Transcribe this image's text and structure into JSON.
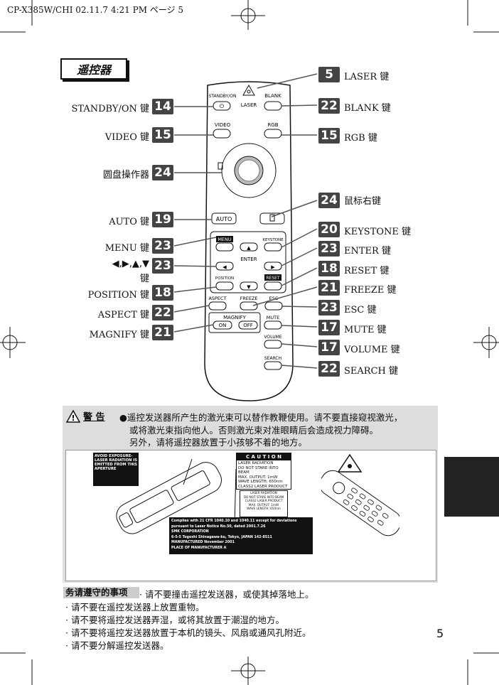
{
  "header": {
    "text": "CP-X385W/CHI  02.11.7 4:21 PM  ページ 5"
  },
  "section_title": "遥控器",
  "left_callouts": [
    {
      "label": "STANDBY/ON 键",
      "num": "14"
    },
    {
      "label": "VIDEO 键",
      "num": "15"
    },
    {
      "label": "圆盘操作器",
      "num": "24"
    },
    {
      "label": "AUTO 键",
      "num": "19"
    },
    {
      "label": "MENU 键",
      "num": "23"
    },
    {
      "label": "◀,▶,▲,▼",
      "num": "23"
    },
    {
      "label": "POSITION 键",
      "num": "18"
    },
    {
      "label": "ASPECT 键",
      "num": "22"
    },
    {
      "label": "MAGNIFY 键",
      "num": "21"
    }
  ],
  "arrow_key_suffix": "键",
  "right_callouts": [
    {
      "label": "LASER 键",
      "num": "5"
    },
    {
      "label": "BLANK 键",
      "num": "22"
    },
    {
      "label": "RGB 键",
      "num": "15"
    },
    {
      "label": "鼠标右键",
      "num": "24"
    },
    {
      "label": "KEYSTONE 键",
      "num": "20"
    },
    {
      "label": "ENTER 键",
      "num": "23"
    },
    {
      "label": "RESET 键",
      "num": "18"
    },
    {
      "label": "FREEZE 键",
      "num": "21"
    },
    {
      "label": "ESC 键",
      "num": "23"
    },
    {
      "label": "MUTE 键",
      "num": "17"
    },
    {
      "label": "VOLUME 键",
      "num": "17"
    },
    {
      "label": "SEARCH 键",
      "num": "22"
    }
  ],
  "remote_labels": {
    "standby": "STANDBY/ON",
    "laser": "LASER",
    "blank": "BLANK",
    "video": "VIDEO",
    "rgb": "RGB",
    "auto": "AUTO",
    "menu": "MENU",
    "keystone": "KEYSTONE",
    "enter": "ENTER",
    "position": "POSITION",
    "reset": "RESET",
    "aspect": "ASPECT",
    "freeze": "FREEZE",
    "esc": "ESC",
    "magnify": "MAGNIFY",
    "on": "ON",
    "off": "OFF",
    "mute": "MUTE",
    "volume": "VOLUME",
    "search": "SEARCH"
  },
  "warning": {
    "title": "警  告",
    "lines": [
      "●遥控发送器所产生的激光束可以替作教鞭使用。请不要直接窥视激光，",
      "或将激光束指向他人。否则激光束对准眼睛后会造成视力障碍。",
      "另外，请将遥控器放置于小孩够不着的地方。"
    ]
  },
  "labels": {
    "avoid": [
      "AVOID EXPOSURE-",
      "LASER RADIATION IS",
      "EMITTED FROM THIS",
      "APERTURE"
    ],
    "caution_title": "C A U T I O N",
    "caution_lines": [
      "LASER RADIATION",
      "DO NOT STARE INTO BEAM",
      "MAX. OUTPUT: 1mW",
      "WAVE LENGTH: 650nm",
      "CLASS2 LASER PRODUCT"
    ],
    "caution_small": [
      "LASER RADIATION",
      "DO NOT STARE INTO BEAM",
      "CLASS2 LASER PRODUCT",
      "MAX. OUTPUT: 1mW",
      "WAVE LENGTH: 650nm"
    ],
    "comply_lines": [
      "Complies with 21 CFR 1040.10 and 1040.11 except for deviations",
      "pursuant to Laser Notice No.50, dated 2001.7.26",
      "SMK CORPORATION",
      "6-5-5 Togoshi Shinagawa-ku, Tokyo, JAPAN 142-8511",
      "MANUFACTURED  November  2001",
      "PLACE OF MANUFACTURER  A"
    ]
  },
  "notice": {
    "title": "务请遵守的事项",
    "first": "· 请不要撞击遥控发送器，或使其掉落地上。",
    "lines": [
      "· 请不要在遥控发送器上放置重物。",
      "· 请不要将遥控发送器弄湿，或将其放置于潮湿的地方。",
      "· 请不要将遥控发送器放置于本机的镜头、风扇或通风孔附近。",
      "· 请不要分解遥控发送器。"
    ]
  },
  "page_number": "5"
}
